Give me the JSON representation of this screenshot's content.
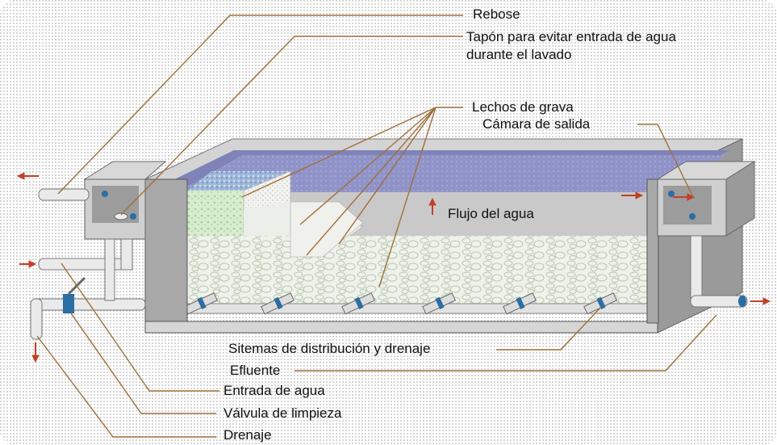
{
  "labels": {
    "rebose": "Rebose",
    "tapon_line1": "Tapón para evitar entrada de agua",
    "tapon_line2": "durante el lavado",
    "lechos": "Lechos de grava",
    "camara": "Cámara de salida",
    "flujo": "Flujo del agua",
    "sistemas": "Sitemas de distribución y drenaje",
    "efluente": "Efluente",
    "entrada": "Entrada de agua",
    "valvula": "Válvula de limpieza",
    "drenaje": "Drenaje"
  },
  "colors": {
    "background_dots": "#d9d9d9",
    "concrete_light": "#e6e6e6",
    "concrete_mid": "#bdbdbd",
    "concrete_dark": "#8c8c8c",
    "water": "#8c8fc6",
    "gravel_green": "#cfe8c2",
    "pipe": "#dcdcdc",
    "pipe_blue": "#2b6ea3",
    "leader_line": "#a0703a",
    "arrow": "#c0402a"
  }
}
